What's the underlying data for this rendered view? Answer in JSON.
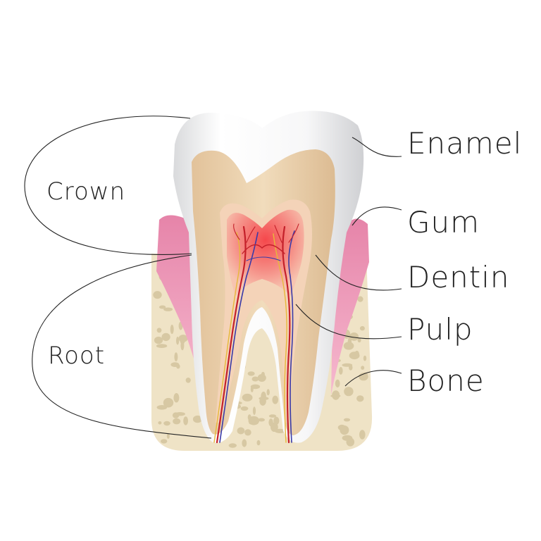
{
  "labels": {
    "crown": "Crown",
    "root": "Root",
    "enamel": "Enamel",
    "gum": "Gum",
    "dentin": "Dentin",
    "pulp": "Pulp",
    "bone": "Bone"
  },
  "colors": {
    "enamel": "#f3f3f4",
    "dentin": "#e9cfa8",
    "pulp": "#f06a6a",
    "gum": "#ee8fb2",
    "bone": "#efe3c6",
    "bone_pore": "#d7c8a3",
    "nerve_red": "#c4202a",
    "nerve_blue": "#3a3aa8",
    "nerve_yellow": "#e6b93a"
  }
}
